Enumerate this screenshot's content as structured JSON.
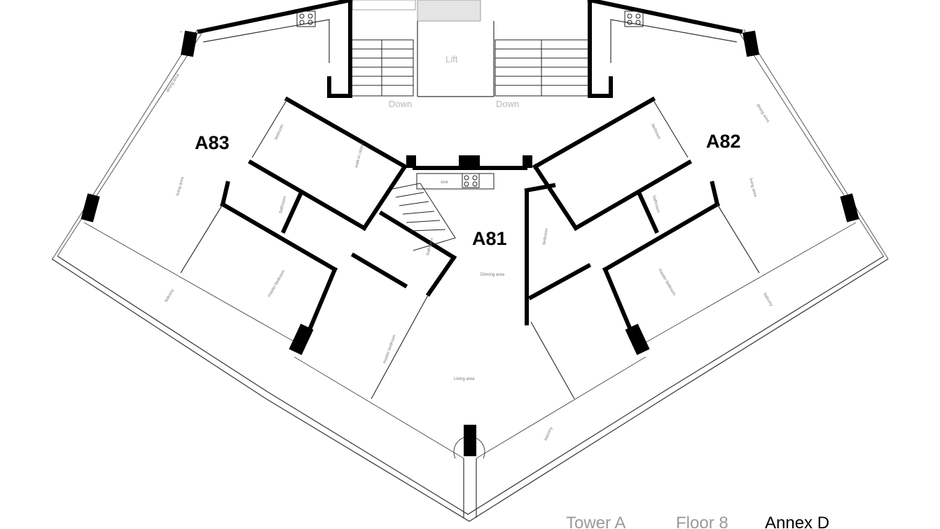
{
  "units": [
    {
      "id": "a83",
      "label": "A83"
    },
    {
      "id": "a82",
      "label": "A82"
    },
    {
      "id": "a81",
      "label": "A81"
    }
  ],
  "core": {
    "lift": "Lift",
    "down_left": "Down",
    "down_right": "Down"
  },
  "rooms": {
    "a83_dining": "dining area",
    "a83_living": "living area",
    "a83_bedroom": "bedroom",
    "a83_bathroom": "bathroom",
    "a83_walkin": "walk-in closet",
    "a83_master": "master bedroom",
    "a83_balcony": "balcony",
    "a82_dining": "dining area",
    "a82_living": "living area",
    "a82_bedroom": "bedroom",
    "a82_bathroom": "bathroom",
    "a82_master": "master bedroom",
    "a82_balcony": "balcony",
    "a81_dining": "Dinning area",
    "a81_living": "Living area",
    "a81_bedroom": "bedroom",
    "a81_bathroom": "bathroom",
    "a81_master": "master bedroom",
    "a81_balcony": "balcony",
    "a81_sink": "sink"
  },
  "footer": {
    "tower": "Tower A",
    "floor": "Floor 8",
    "annex": "Annex D"
  }
}
